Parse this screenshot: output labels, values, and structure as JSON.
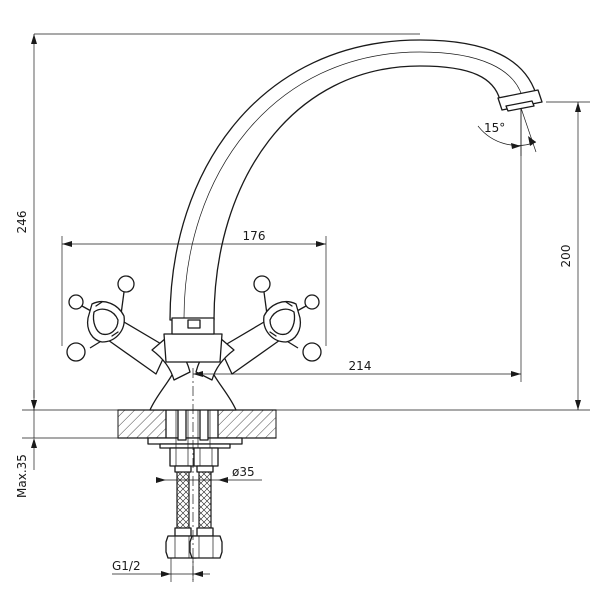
{
  "dimensions": {
    "total_height": "246",
    "handle_span": "176",
    "spout_height": "200",
    "spout_reach": "214",
    "spout_angle": "15°",
    "max_depth": "Max.35",
    "hole_diameter": "ø35",
    "thread": "G1/2"
  }
}
